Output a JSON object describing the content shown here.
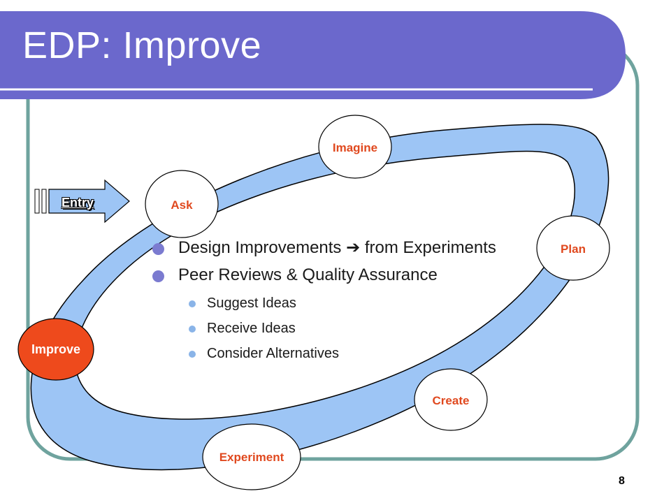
{
  "slide": {
    "title": "EDP: Improve",
    "page_number": "8",
    "colors": {
      "header_fill": "#6b68cc",
      "frame_stroke": "#6fa39e",
      "ring_fill": "#9dc5f5",
      "node_label": "#e0491f",
      "active_node_fill": "#ee4a1c",
      "bullet_primary": "#7b7bd0",
      "bullet_secondary": "#8ab4e8"
    }
  },
  "entry": {
    "label": "Entry",
    "icon": "arrow-right-icon"
  },
  "cycle": {
    "steps": [
      {
        "label": "Imagine"
      },
      {
        "label": "Ask"
      },
      {
        "label": "Plan"
      },
      {
        "label": "Improve",
        "active": true
      },
      {
        "label": "Create"
      },
      {
        "label": "Experiment"
      }
    ]
  },
  "bullets": [
    {
      "text": "Design Improvements ➔ from Experiments",
      "text_parts": [
        "Design Improvements ",
        "➔",
        " from Experiments"
      ]
    },
    {
      "text": "Peer Reviews & Quality Assurance",
      "children": [
        "Suggest Ideas",
        "Receive Ideas",
        "Consider Alternatives"
      ]
    }
  ]
}
